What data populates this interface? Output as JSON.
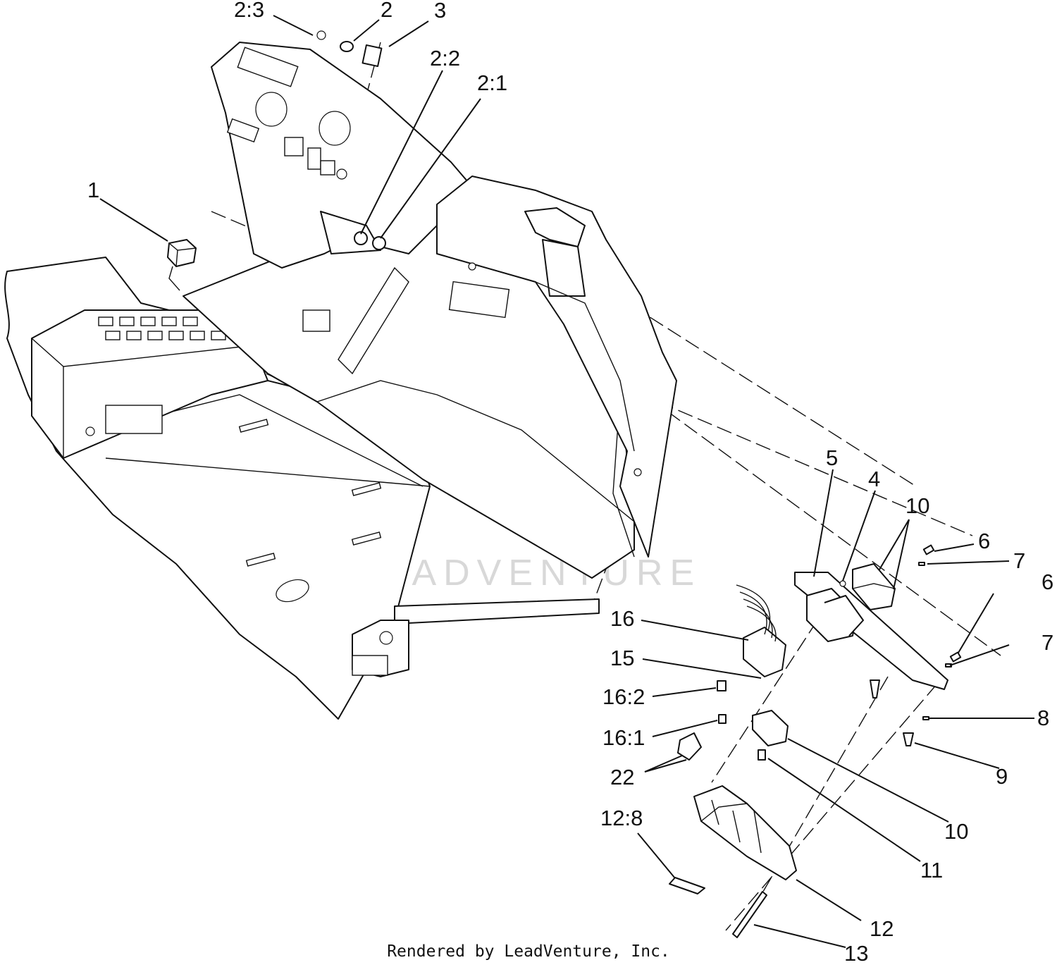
{
  "diagram": {
    "callouts": [
      {
        "id": "c-2-3",
        "label": "2:3"
      },
      {
        "id": "c-2",
        "label": "2"
      },
      {
        "id": "c-3",
        "label": "3"
      },
      {
        "id": "c-2-2",
        "label": "2:2"
      },
      {
        "id": "c-2-1",
        "label": "2:1"
      },
      {
        "id": "c-1",
        "label": "1"
      },
      {
        "id": "c-5",
        "label": "5"
      },
      {
        "id": "c-4",
        "label": "4"
      },
      {
        "id": "c-10a",
        "label": "10"
      },
      {
        "id": "c-6a",
        "label": "6"
      },
      {
        "id": "c-7a",
        "label": "7"
      },
      {
        "id": "c-6b",
        "label": "6"
      },
      {
        "id": "c-7b",
        "label": "7"
      },
      {
        "id": "c-16",
        "label": "16"
      },
      {
        "id": "c-15",
        "label": "15"
      },
      {
        "id": "c-16-2",
        "label": "16:2"
      },
      {
        "id": "c-16-1",
        "label": "16:1"
      },
      {
        "id": "c-22",
        "label": "22"
      },
      {
        "id": "c-8",
        "label": "8"
      },
      {
        "id": "c-9",
        "label": "9"
      },
      {
        "id": "c-10b",
        "label": "10"
      },
      {
        "id": "c-11",
        "label": "11"
      },
      {
        "id": "c-12-8",
        "label": "12:8"
      },
      {
        "id": "c-12",
        "label": "12"
      },
      {
        "id": "c-13",
        "label": "13"
      }
    ]
  },
  "watermark": {
    "text": "LEADVENTURE"
  },
  "footer": {
    "credit": "Rendered by LeadVenture, Inc."
  }
}
